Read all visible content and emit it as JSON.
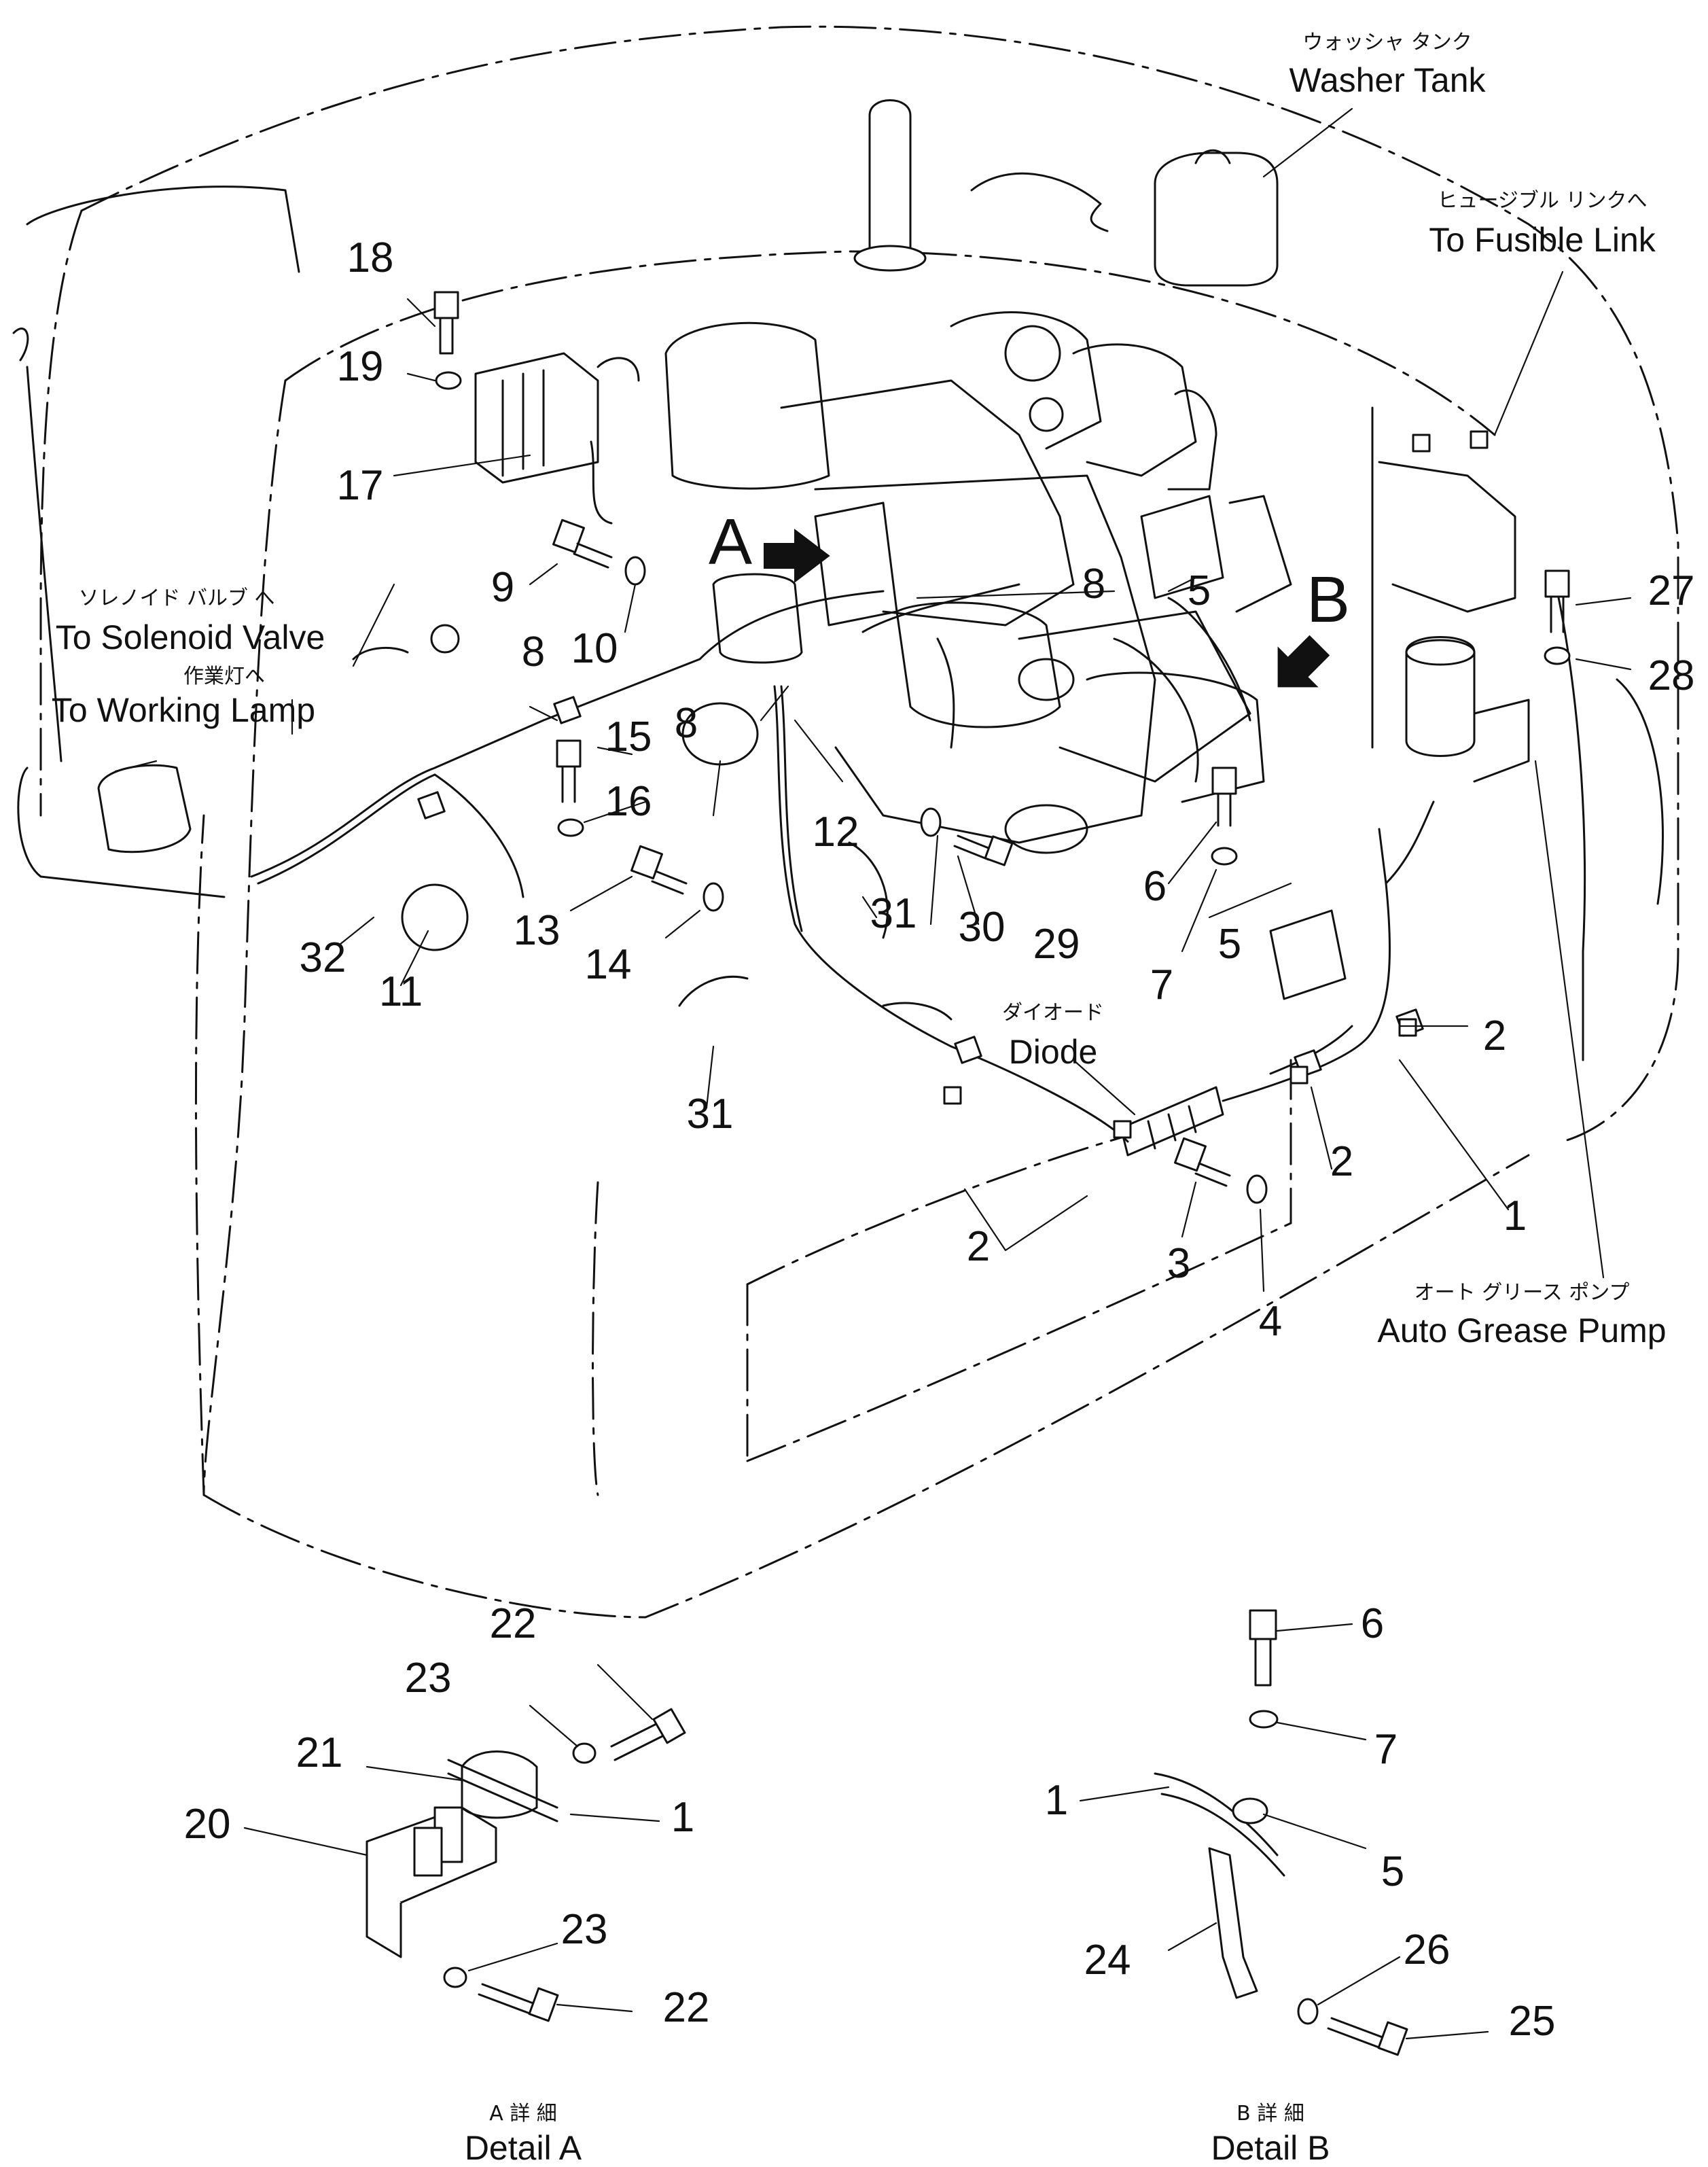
{
  "labels": {
    "washer_tank_jp": "ウォッシャ タンク",
    "washer_tank": "Washer Tank",
    "fusible_link_jp": "ヒュージブル リンクへ",
    "fusible_link": "To Fusible Link",
    "solenoid_valve_jp": "ソレノイド バルブ へ",
    "solenoid_valve": "To Solenoid Valve",
    "working_lamp_jp": "作業灯へ",
    "working_lamp": "To Working Lamp",
    "diode_jp": "ダイオード",
    "diode": "Diode",
    "grease_pump_jp": "オート グリース ポンプ",
    "grease_pump": "Auto Grease Pump",
    "detail_a_jp": "A 詳 細",
    "detail_a": "Detail A",
    "detail_b_jp": "B 詳 細",
    "detail_b": "Detail B"
  },
  "view_markers": [
    "A",
    "B"
  ],
  "part_numbers": {
    "n1": "1",
    "n2": "2",
    "n3": "3",
    "n4": "4",
    "n5": "5",
    "n6": "6",
    "n7": "7",
    "n8": "8",
    "n9": "9",
    "n10": "10",
    "n11": "11",
    "n12": "12",
    "n13": "13",
    "n14": "14",
    "n15": "15",
    "n16": "16",
    "n17": "17",
    "n18": "18",
    "n19": "19",
    "n20": "20",
    "n21": "21",
    "n22": "22",
    "n23": "23",
    "n24": "24",
    "n25": "25",
    "n26": "26",
    "n27": "27",
    "n28": "28",
    "n29": "29",
    "n30": "30",
    "n31": "31",
    "n32": "32"
  }
}
